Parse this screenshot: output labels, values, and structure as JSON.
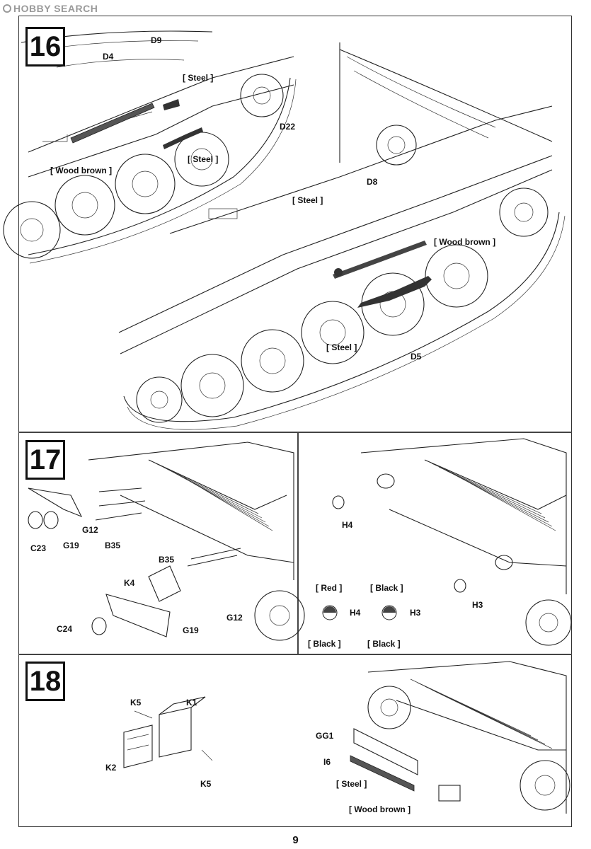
{
  "watermark": {
    "text": "HOBBY SEARCH"
  },
  "page_number": "9",
  "steps": [
    {
      "number": "16",
      "callouts": [
        "D4",
        "D9",
        "[ Steel ]",
        "D22",
        "[ Steel ]",
        "[ Wood brown ]",
        "D8",
        "[ Steel ]",
        "[ Wood brown ]",
        "[ Steel ]",
        "D5"
      ]
    },
    {
      "number": "17",
      "callouts": [
        "C23",
        "G19",
        "G12",
        "B35",
        "B35",
        "K4",
        "C24",
        "G19",
        "G12",
        "H4",
        "H3"
      ],
      "color_keys": [
        {
          "top": "[ Red ]",
          "part": "H4",
          "bottom": "[ Black ]"
        },
        {
          "top": "[ Black ]",
          "part": "H3",
          "bottom": "[ Black ]"
        }
      ]
    },
    {
      "number": "18",
      "callouts": [
        "K5",
        "K1",
        "K2",
        "K5",
        "GG1",
        "I6",
        "[ Steel ]",
        "[ Wood brown ]"
      ]
    }
  ]
}
